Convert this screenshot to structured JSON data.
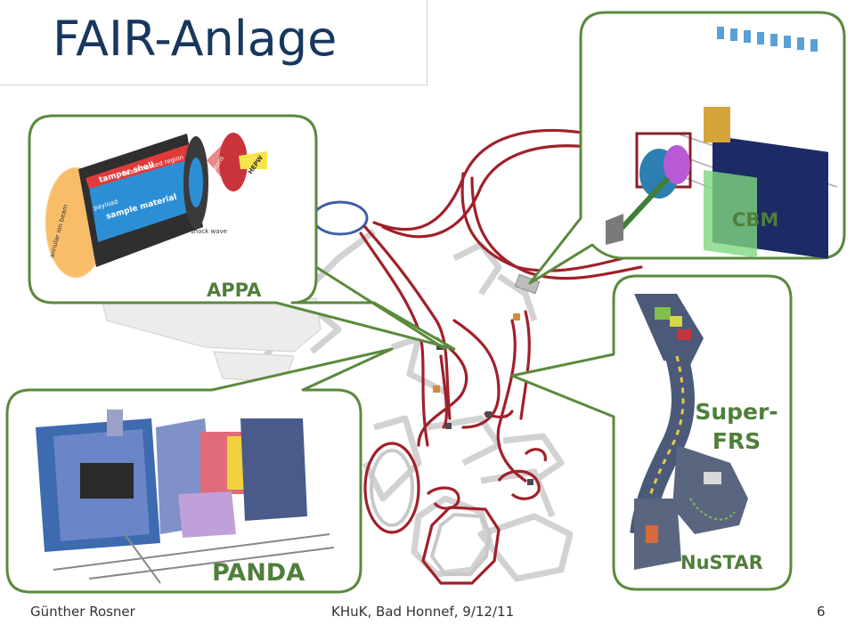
{
  "slide": {
    "title": "FAIR-Anlage",
    "footer": {
      "author": "Günther Rosner",
      "event": "KHuK, Bad Honnef, 9/12/11",
      "page": "6"
    }
  },
  "callouts": {
    "appa": {
      "label": "APPA"
    },
    "cbm": {
      "label": "CBM"
    },
    "super_frs": {
      "label_line1": "Super-",
      "label_line2": "FRS"
    },
    "nustar": {
      "label": "NuSTAR"
    },
    "panda": {
      "label": "PANDA"
    }
  },
  "appa_inset": {
    "tamper_shell": "tamper shell",
    "beam_heated_region": "beam-heated region",
    "payload": "payload",
    "sample_material": "sample material",
    "shock_wave": "shock wave",
    "protons": "protons",
    "hepw": "HEPW",
    "annular_ion_beam": "annular ion beam"
  },
  "colors": {
    "title": "#17375e",
    "callout_border": "#5a8a3c",
    "callout_label": "#4f7f3a",
    "beamline": "#a1202a",
    "building": "#d6d6d6"
  }
}
